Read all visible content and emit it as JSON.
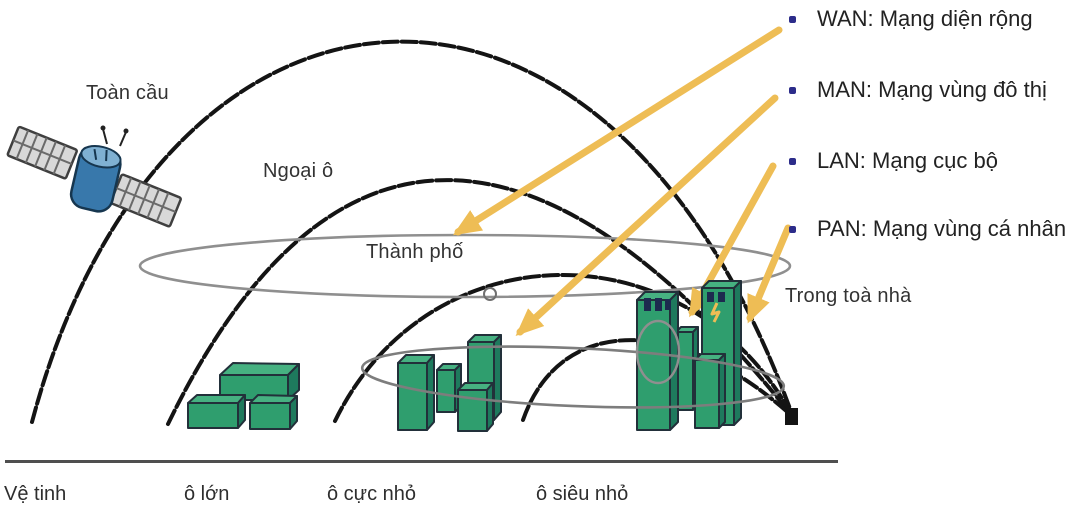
{
  "diagram": {
    "title_context": "network coverage types diagram",
    "area_labels": {
      "global": "Toàn cầu",
      "suburb": "Ngoại ô",
      "city": "Thành phố",
      "in_building": "Trong toà nhà"
    },
    "baseline_labels": [
      "Vệ tinh",
      "ô lớn",
      "ô cực nhỏ",
      "ô siêu nhỏ"
    ]
  },
  "legend": {
    "items": [
      {
        "name": "WAN",
        "label": "WAN: Mạng diện rộng"
      },
      {
        "name": "MAN",
        "label": "MAN: Mạng vùng đô thị"
      },
      {
        "name": "LAN",
        "label": "LAN: Mạng cục bộ"
      },
      {
        "name": "PAN",
        "label": "PAN: Mạng vùng cá nhân"
      }
    ]
  },
  "icons": {
    "satellite": "satellite-icon",
    "large_cell": "large-cell-buildings-icon",
    "micro_cell": "micro-cell-buildings-icon",
    "pico_cell": "skyscraper-buildings-icon",
    "arrows": [
      "wan-arrow-icon",
      "man-arrow-icon",
      "lan-arrow-icon",
      "pan-arrow-icon"
    ]
  },
  "colors": {
    "arrow_yellow": "#eebd55",
    "building_front_green": "#2f9e6e",
    "building_top_green": "#46b181",
    "building_side_green": "#1e7a5d",
    "arc_black": "#141414",
    "ellipse_gray": "#8f8f8f",
    "bullet_navy": "#2c2c8a",
    "satellite_blue": "#3878ab",
    "text": "#2c2c2c"
  }
}
